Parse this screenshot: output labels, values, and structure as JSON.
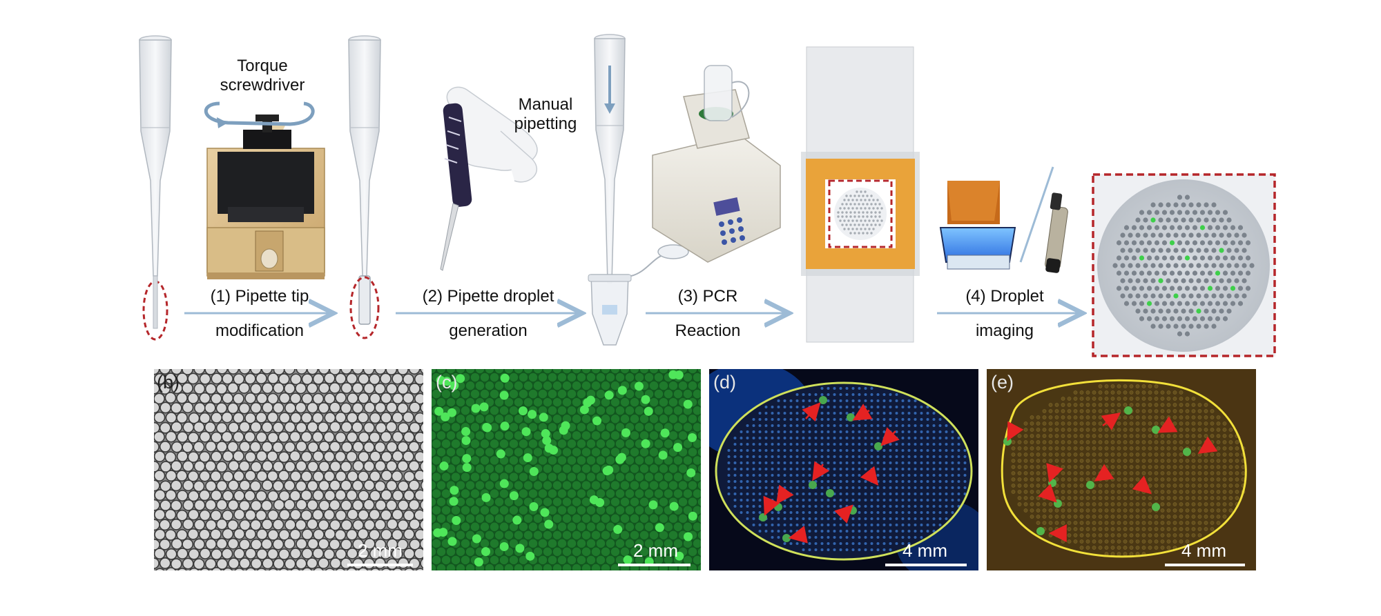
{
  "workflow": {
    "steps": [
      {
        "line1": "(1) Pipette tip",
        "line2": "modification"
      },
      {
        "line1": "(2) Pipette droplet",
        "line2": "generation"
      },
      {
        "line1": "(3) PCR",
        "line2": "Reaction"
      },
      {
        "line1": "(4) Droplet",
        "line2": "imaging"
      }
    ],
    "torque_label_1": "Torque",
    "torque_label_2": "screwdriver",
    "manual_label_1": "Manual",
    "manual_label_2": "pipetting"
  },
  "panels": [
    {
      "letter": "(b)",
      "scale": "2 mm"
    },
    {
      "letter": "(c)",
      "scale": "2 mm"
    },
    {
      "letter": "(d)",
      "scale": "4 mm"
    },
    {
      "letter": "(e)",
      "scale": "4 mm"
    }
  ],
  "colors": {
    "arrow": "#9dbbd6",
    "dashed": "#b5262a",
    "orange": "#e9a33a",
    "droplet_green": "#3ecf4a",
    "red_arrow": "#e52222"
  }
}
